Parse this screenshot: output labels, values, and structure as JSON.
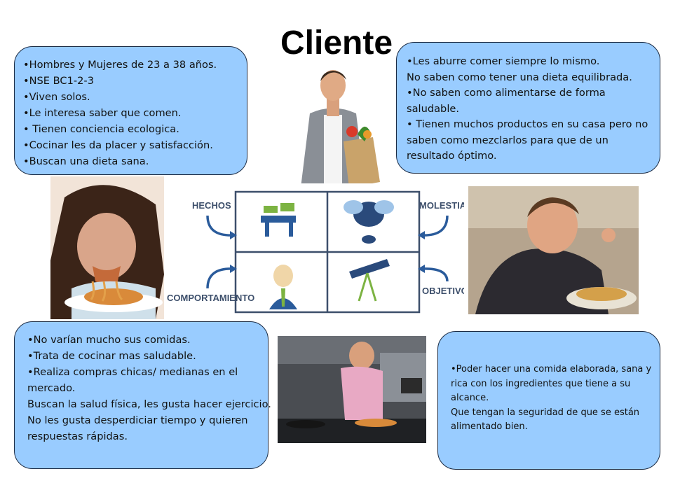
{
  "title": "Cliente",
  "top_left_box": {
    "lines": [
      "•Hombres y Mujeres de 23 a 38 años.",
      "•NSE BC1-2-3",
      "•Viven solos.",
      "•Le interesa saber que comen.",
      "• Tienen conciencia ecologica.",
      "•Cocinar les da placer y satisfacción.",
      "•Buscan una dieta sana."
    ]
  },
  "top_right_box": {
    "lines": [
      "•Les aburre comer siempre lo mismo.",
      " No saben como tener una dieta equilibrada.",
      "•No saben como alimentarse de forma saludable.",
      "• Tienen muchos productos en su casa pero no saben como mezclarlos para que de un resultado óptimo."
    ]
  },
  "bottom_left_box": {
    "lines": [
      "•No varían mucho sus comidas.",
      "•Trata de cocinar mas saludable.",
      "•Realiza compras chicas/ medianas en el mercado.",
      "Buscan la salud física, les gusta hacer ejercicio.",
      " No les gusta desperdiciar tiempo y quieren respuestas rápidas."
    ]
  },
  "bottom_right_box": {
    "lines": [
      "•Poder hacer una comida elaborada, sana y rica con los ingredientes que tiene a su alcance.",
      "Que tengan la seguridad de que se están alimentado bien."
    ]
  },
  "empathy_map": {
    "labels": {
      "facts": "HECHOS",
      "annoyances": "MOLESTIAS",
      "behavior": "COMPORTAMIENTO",
      "goals": "OBJETIVOS"
    }
  },
  "colors": {
    "box_fill": "#99ccff",
    "box_border": "#1b2b44",
    "map_label": "#3d4f6b"
  }
}
